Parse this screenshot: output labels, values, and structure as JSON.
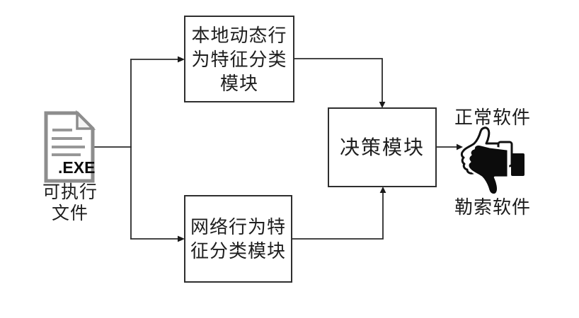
{
  "diagram": {
    "title_semantic": "ransomware-detection-flow",
    "file": {
      "badge": ".EXE",
      "label_lines": [
        "可执行",
        "文件"
      ]
    },
    "boxes": {
      "local": {
        "lines": [
          "本地动态行",
          "为特征分类",
          "模块"
        ]
      },
      "network": {
        "lines": [
          "网络行为特",
          "征分类模块"
        ]
      },
      "decision": {
        "label": "决策模块"
      }
    },
    "outputs": {
      "normal": "正常软件",
      "ransom": "勒索软件"
    },
    "icons": {
      "exe_file": "document-exe-icon",
      "thumbs_up": "thumbs-up-icon",
      "thumbs_down": "thumbs-down-icon"
    },
    "colors": {
      "background": "#ffffff",
      "line": "#2b2b2b",
      "arrowhead": "#1a1a1a",
      "box_border": "#2e2e2e",
      "text": "#1e1e1e",
      "file_icon_gray": "#8d8d8d",
      "thumb_black": "#0c0c0c"
    }
  }
}
